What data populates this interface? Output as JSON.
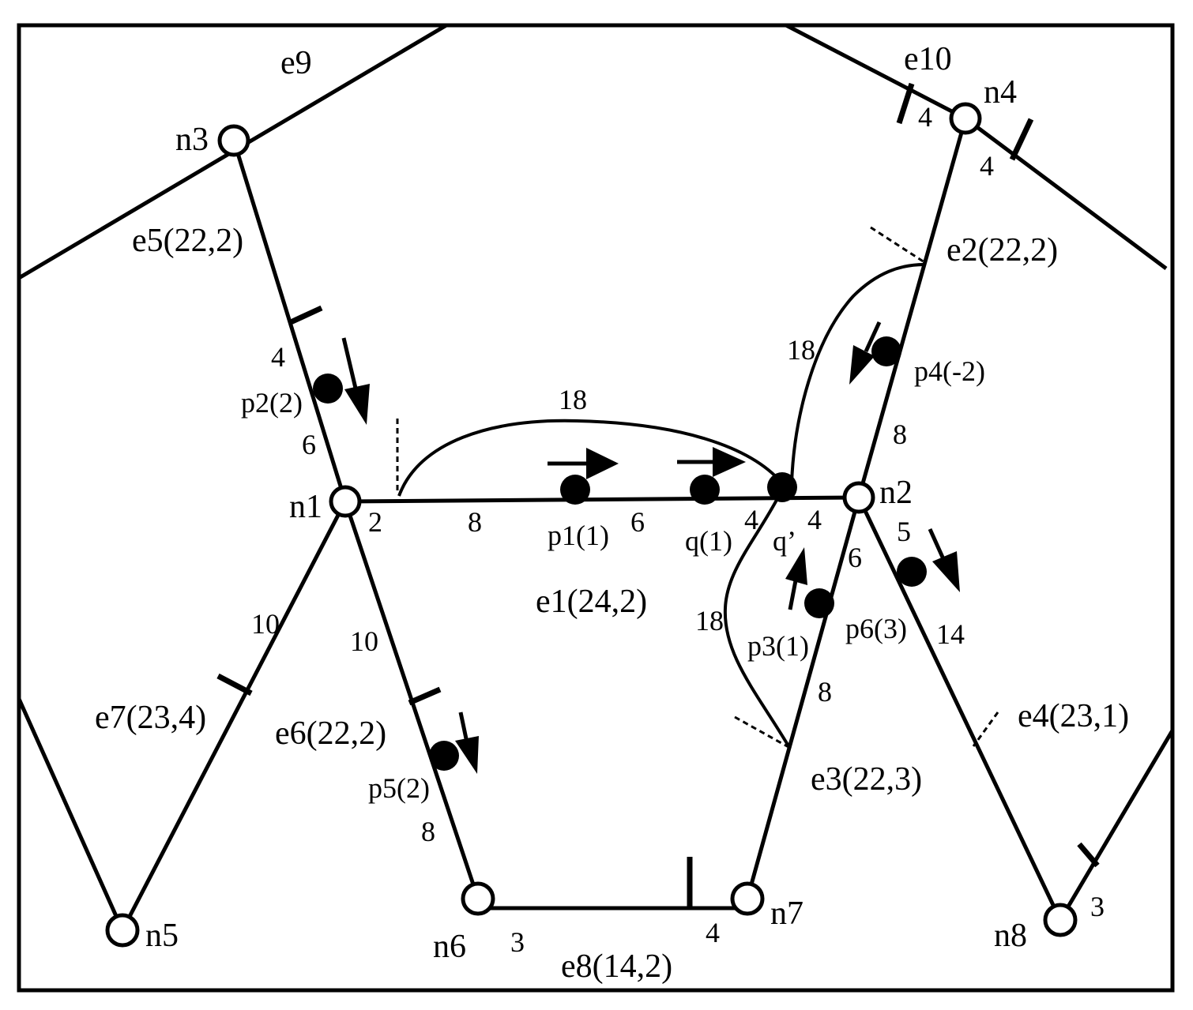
{
  "nodes": [
    "n1",
    "n2",
    "n3",
    "n4",
    "n5",
    "n6",
    "n7",
    "n8"
  ],
  "edges": [
    "e1(24,2)",
    "e2(22,2)",
    "e3(22,3)",
    "e4(23,1)",
    "e5(22,2)",
    "e6(22,2)",
    "e7(23,4)",
    "e8(14,2)",
    "e9",
    "e10"
  ],
  "points": [
    "p1(1)",
    "p2(2)",
    "p3(1)",
    "p4(-2)",
    "p5(2)",
    "p6(3)",
    "q(1)",
    "q’"
  ],
  "numbers": {
    "e1_a": "2",
    "e1_b": "8",
    "e1_c": "6",
    "e1_d": "4",
    "e1_e": "4",
    "e1_arc": "18",
    "e2_arc": "18",
    "e2_b": "8",
    "e3_a": "6",
    "e3_b": "8",
    "e3_arc": "18",
    "e4_a": "5",
    "e4_b": "14",
    "e5_a": "4",
    "e5_b": "6",
    "e6_a": "10",
    "e6_b": "8",
    "e7_a": "10",
    "e8_a": "3",
    "e8_b": "4",
    "e10_a": "4",
    "e10_b": "4",
    "n8_a": "3"
  }
}
